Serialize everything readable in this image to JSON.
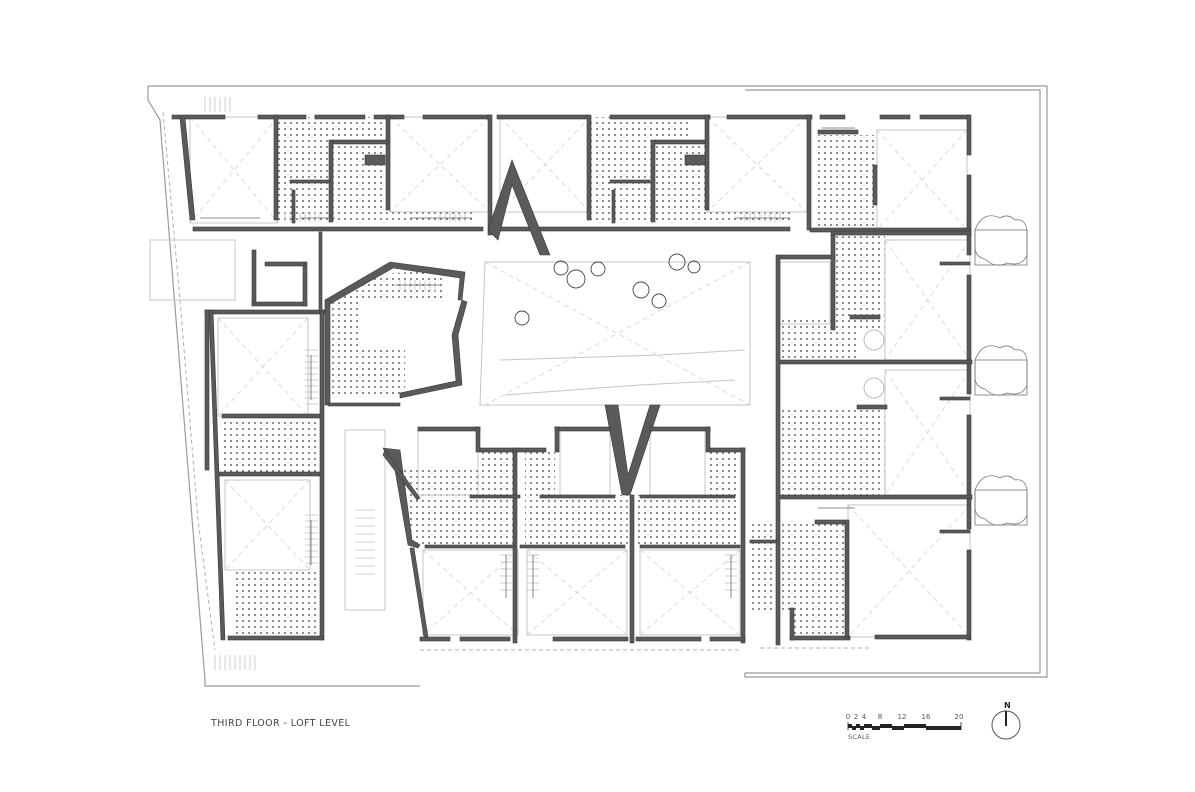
{
  "drawing": {
    "title": "THIRD FLOOR - LOFT LEVEL",
    "type": "architectural floor plan",
    "colors": {
      "wall": "#5a5a5a",
      "wall_outline": "#333333",
      "hatch_dot": "#3a3a3a",
      "light_line": "#bdbdbd",
      "dashed_line": "#c8c8c8",
      "background": "#ffffff"
    }
  },
  "scale_bar": {
    "label": "SCALE",
    "ticks": [
      "0",
      "2",
      "4",
      "8",
      "12",
      "16",
      "20"
    ]
  },
  "north_arrow": {
    "label": "N"
  }
}
